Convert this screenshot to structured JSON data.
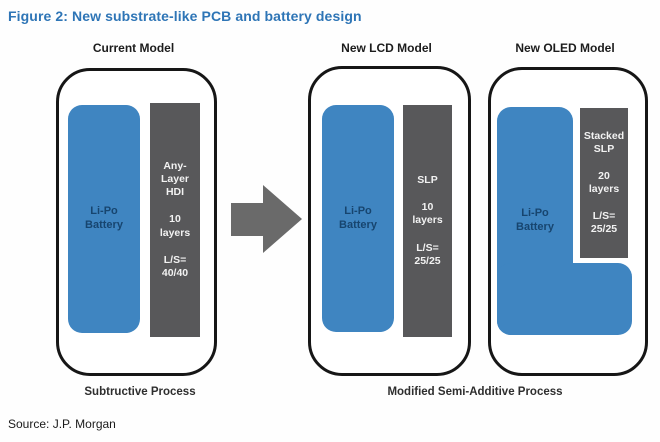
{
  "title": "Figure 2: New substrate-like PCB and battery design",
  "source": "Source: J.P. Morgan",
  "colors": {
    "title_blue": "#2e75b6",
    "battery_blue": "#3f85c1",
    "battery_text": "#17456f",
    "pcb_gray": "#58585a",
    "arrow_gray": "#6a6a6a"
  },
  "panels": [
    {
      "label": "Current Model",
      "battery": {
        "line1": "Li-Po",
        "line2": "Battery"
      },
      "pcb": {
        "name": [
          "Any-",
          "Layer",
          "HDI"
        ],
        "layers": [
          "10",
          "layers"
        ],
        "ls": [
          "L/S=",
          "40/40"
        ]
      }
    },
    {
      "label": "New LCD Model",
      "battery": {
        "line1": "Li-Po",
        "line2": "Battery"
      },
      "pcb": {
        "name": [
          "SLP"
        ],
        "layers": [
          "10",
          "layers"
        ],
        "ls": [
          "L/S=",
          "25/25"
        ]
      }
    },
    {
      "label": "New OLED Model",
      "battery": {
        "line1": "Li-Po",
        "line2": "Battery"
      },
      "pcb": {
        "name": [
          "Stacked",
          "SLP"
        ],
        "layers": [
          "20",
          "layers"
        ],
        "ls": [
          "L/S=",
          "25/25"
        ]
      }
    }
  ],
  "processes": [
    {
      "label": "Subtructive Process"
    },
    {
      "label": "Modified Semi-Additive Process"
    }
  ]
}
